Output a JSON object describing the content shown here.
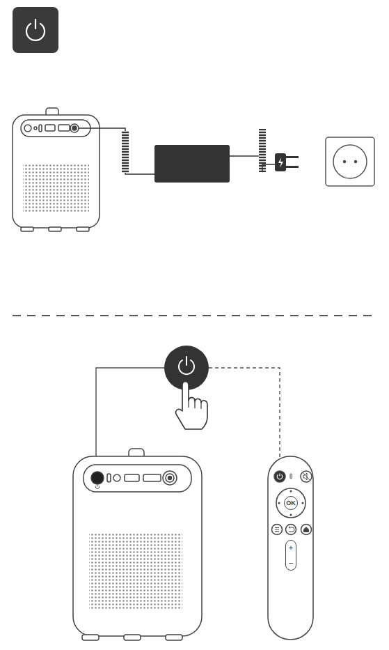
{
  "diagram": {
    "nodes": [
      {
        "text": [
          "OK"
        ]
      },
      {
        "text": [
          "+",
          "–"
        ]
      }
    ]
  }
}
